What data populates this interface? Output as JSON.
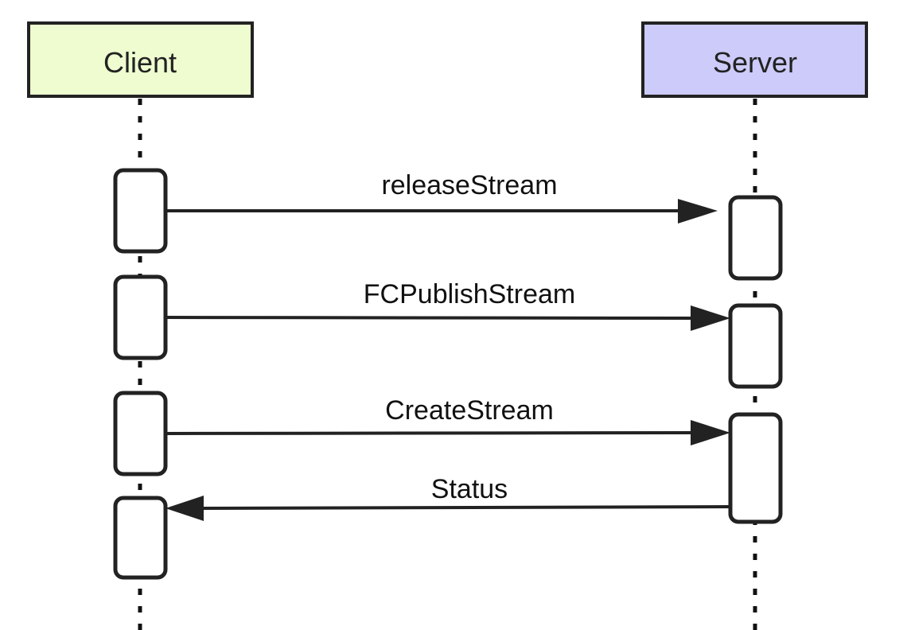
{
  "participants": {
    "client": {
      "label": "Client",
      "fill": "#eefcd0"
    },
    "server": {
      "label": "Server",
      "fill": "#cccbf9"
    }
  },
  "messages": [
    {
      "label": "releaseStream",
      "direction": "client-to-server"
    },
    {
      "label": "FCPublishStream",
      "direction": "client-to-server"
    },
    {
      "label": "CreateStream",
      "direction": "client-to-server"
    },
    {
      "label": "Status",
      "direction": "server-to-client"
    }
  ]
}
